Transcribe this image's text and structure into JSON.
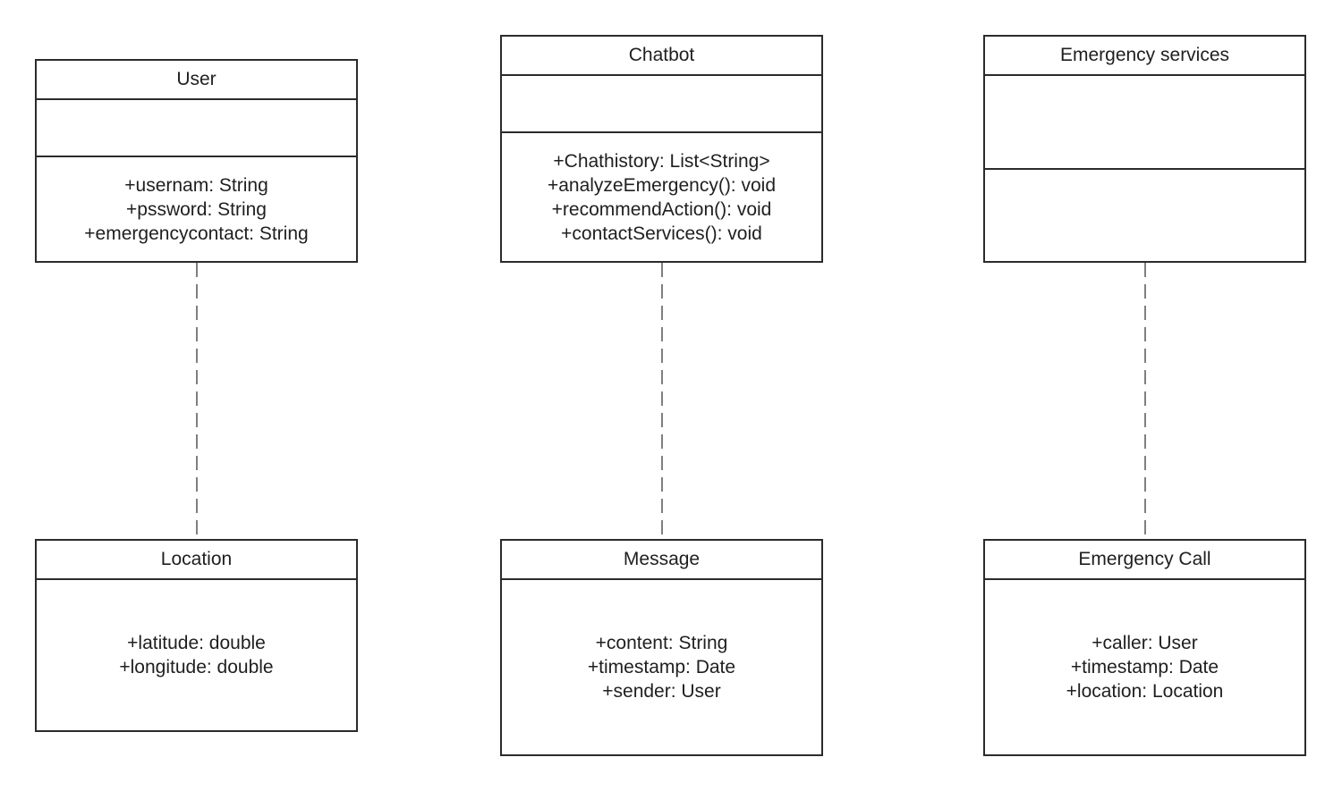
{
  "classes": {
    "user": {
      "name": "User",
      "attributes": [],
      "members": [
        "+usernam: String",
        "+pssword: String",
        "+emergencycontact: String"
      ]
    },
    "chatbot": {
      "name": "Chatbot",
      "attributes": [],
      "members": [
        "+Chathistory: List<String>",
        "+analyzeEmergency(): void",
        "+recommendAction(): void",
        "+contactServices(): void"
      ]
    },
    "emergency_services": {
      "name": "Emergency services",
      "attributes": [],
      "members": []
    },
    "location": {
      "name": "Location",
      "members": [
        "+latitude: double",
        "+longitude: double"
      ]
    },
    "message": {
      "name": "Message",
      "members": [
        "+content: String",
        "+timestamp: Date",
        "+sender: User"
      ]
    },
    "emergency_call": {
      "name": "Emergency Call",
      "members": [
        "+caller: User",
        "+timestamp: Date",
        "+location: Location"
      ]
    }
  },
  "connectors": [
    {
      "from": "User",
      "to": "Location",
      "style": "dashed"
    },
    {
      "from": "Chatbot",
      "to": "Message",
      "style": "dashed"
    },
    {
      "from": "Emergency services",
      "to": "Emergency Call",
      "style": "dashed"
    }
  ],
  "colors": {
    "stroke": "#2b2b2b",
    "text": "#1f1f1f",
    "background": "#ffffff"
  }
}
